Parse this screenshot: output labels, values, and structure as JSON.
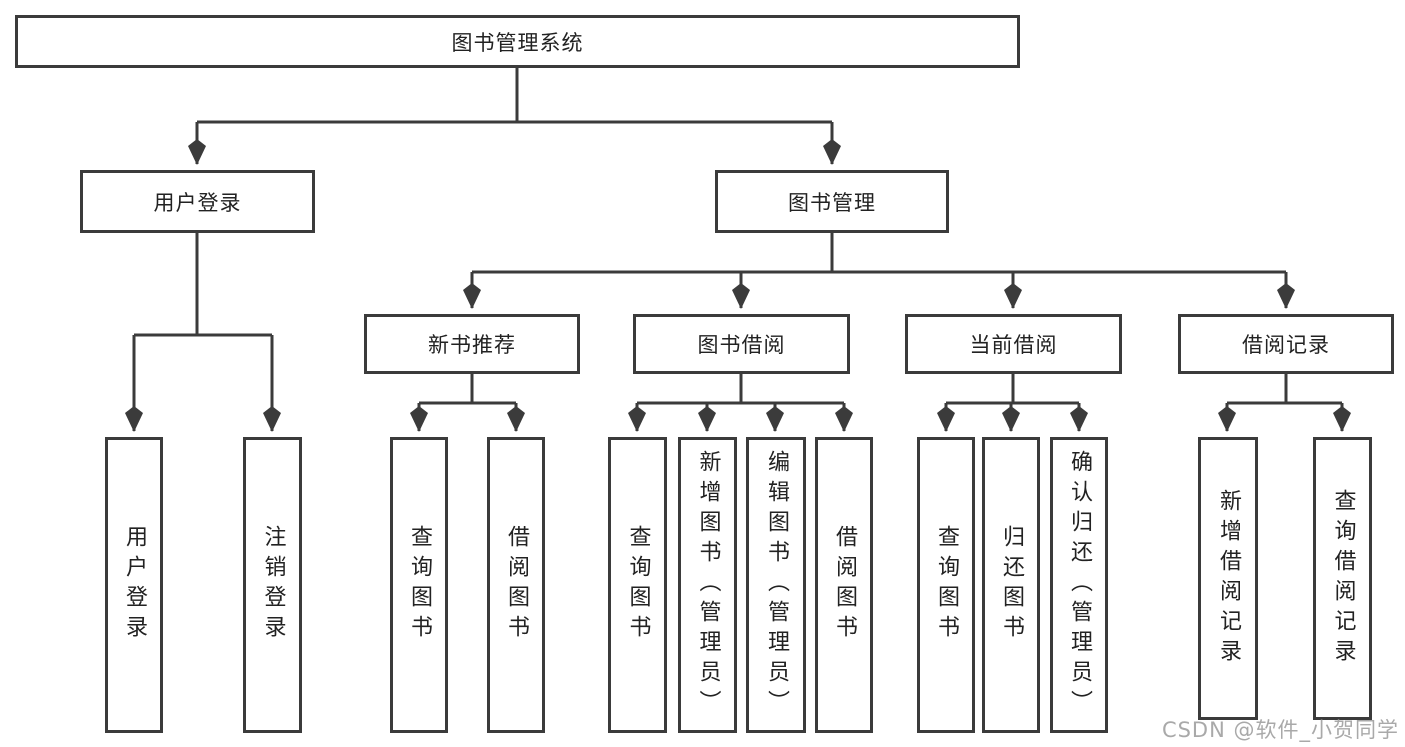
{
  "diagram_type": "hierarchy-tree",
  "tree": {
    "label": "图书管理系统",
    "children": [
      {
        "label": "用户登录",
        "children": [
          {
            "label": "用户登录"
          },
          {
            "label": "注销登录"
          }
        ]
      },
      {
        "label": "图书管理",
        "children": [
          {
            "label": "新书推荐",
            "children": [
              {
                "label": "查询图书"
              },
              {
                "label": "借阅图书"
              }
            ]
          },
          {
            "label": "图书借阅",
            "children": [
              {
                "label": "查询图书"
              },
              {
                "label": "新增图书（管理员）"
              },
              {
                "label": "编辑图书（管理员）"
              },
              {
                "label": "借阅图书"
              }
            ]
          },
          {
            "label": "当前借阅",
            "children": [
              {
                "label": "查询图书"
              },
              {
                "label": "归还图书"
              },
              {
                "label": "确认归还（管理员）"
              }
            ]
          },
          {
            "label": "借阅记录",
            "children": [
              {
                "label": "新增借阅记录"
              },
              {
                "label": "查询借阅记录"
              }
            ]
          }
        ]
      }
    ]
  },
  "watermark": {
    "text": "CSDN @软件_小贺同学"
  },
  "colors": {
    "line": "#3b3b3b",
    "text": "#222222",
    "background": "#ffffff",
    "watermark": "#969696"
  }
}
